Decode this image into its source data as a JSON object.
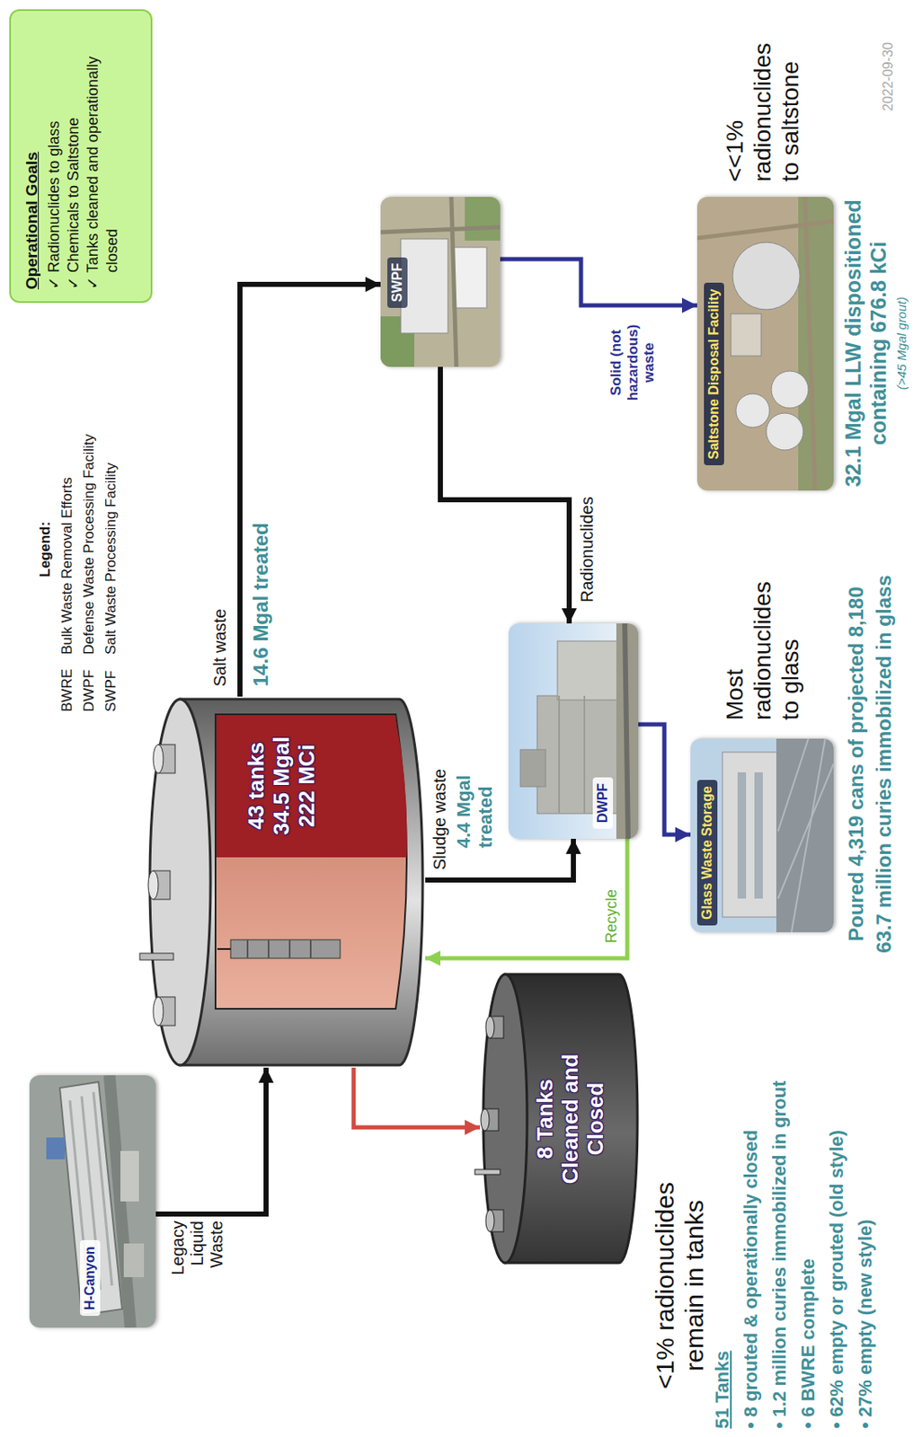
{
  "diagram": {
    "nodes": [
      {
        "text": [
          "H-Canyon"
        ]
      },
      {
        "text": [
          "Operational Goals",
          "✓ Radionuclides to glass",
          "✓ Chemicals to Saltstone",
          "✓ Tanks cleaned and operationally closed"
        ]
      },
      {
        "text": [
          "43 tanks 34.5 Mgal 222 MCi"
        ]
      },
      {
        "text": [
          "SWPF"
        ]
      },
      {
        "text": [
          "DWPF"
        ]
      },
      {
        "text": [
          "8 Tanks Cleaned and Closed"
        ]
      },
      {
        "text": [
          "Glass Waste Storage"
        ]
      },
      {
        "text": [
          "Saltstone Disposal Facility"
        ]
      }
    ],
    "edges": [
      {
        "from": 0,
        "to": 2,
        "arrow": "to",
        "label": "Legacy Liquid Waste"
      },
      {
        "from": 2,
        "to": 5,
        "arrow": "to"
      },
      {
        "from": 2,
        "to": 3,
        "arrow": "to",
        "label": "Salt waste"
      },
      {
        "from": 2,
        "to": 4,
        "arrow": "to",
        "label": "Sludge waste"
      },
      {
        "from": 4,
        "to": 2,
        "arrow": "to",
        "label": "Recycle"
      },
      {
        "from": 4,
        "to": 6,
        "arrow": "to"
      },
      {
        "from": 3,
        "to": 4,
        "arrow": "to",
        "label": "Radionuclides"
      },
      {
        "from": 3,
        "to": 7,
        "arrow": "to",
        "label": "Solid (not hazardous) waste"
      }
    ],
    "labels": [
      "Legend:",
      "BWRE",
      "Bulk Waste Removal Efforts",
      "DWPF",
      "Defense Waste Processing Facility",
      "SWPF",
      "Salt Waste Processing Facility",
      "14.6 Mgal treated",
      "4.4 Mgal treated",
      "Most radionuclides to glass",
      "<<1% radionuclides to saltstone",
      "<1% radionuclides remain in tanks",
      "Poured 4,319 cans of projected 8,180",
      "63.7 million curies immobilized in glass",
      "32.1 Mgal LLW dispositioned containing 676.8 kCi",
      "(>45 Mgal grout)",
      "51 Tanks",
      "• 8 grouted & operationally closed",
      "• 1.2 million curies immobilized in grout",
      "• 6 BWRE complete",
      "• 62% empty or grouted (old style)",
      "• 27% empty (new style)",
      "2022-09-30"
    ]
  }
}
